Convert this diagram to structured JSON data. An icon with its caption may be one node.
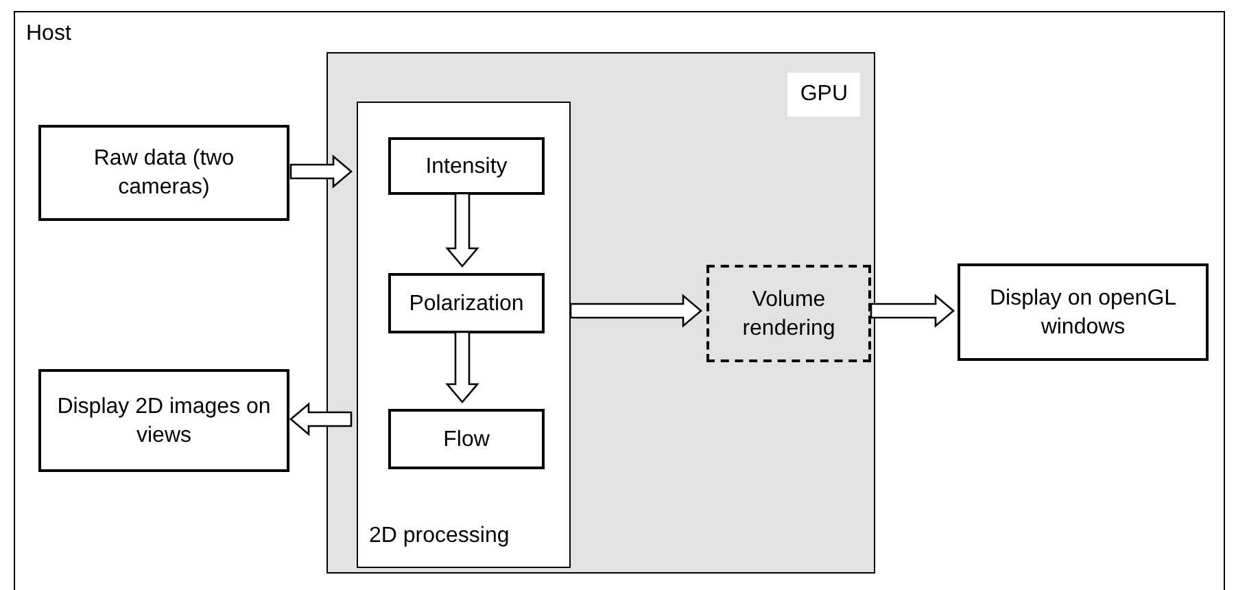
{
  "diagram": {
    "nodes": [
      {
        "text": [
          "Host"
        ]
      },
      {
        "text": [
          "GPU"
        ],
        "in": 0
      },
      {
        "text": [
          "2D processing"
        ],
        "in": 1
      },
      {
        "text": [
          "Intensity"
        ],
        "in": 2
      },
      {
        "text": [
          "Polarization"
        ],
        "in": 2
      },
      {
        "text": [
          "Flow"
        ],
        "in": 2
      },
      {
        "text": [
          "Volume rendering"
        ],
        "in": 1
      },
      {
        "text": [
          "Raw data (two cameras)"
        ],
        "in": 0
      },
      {
        "text": [
          "Display 2D images on views"
        ],
        "in": 0
      },
      {
        "text": [
          "Display on openGL windows"
        ],
        "in": 0
      }
    ],
    "edges": [
      {
        "from": 7,
        "to": 2,
        "arrow": "to"
      },
      {
        "from": 3,
        "to": 4,
        "arrow": "to"
      },
      {
        "from": 4,
        "to": 5,
        "arrow": "to"
      },
      {
        "from": 2,
        "to": 6,
        "arrow": "to"
      },
      {
        "from": 6,
        "to": 9,
        "arrow": "to"
      },
      {
        "from": 2,
        "to": 8,
        "arrow": "to"
      }
    ]
  }
}
